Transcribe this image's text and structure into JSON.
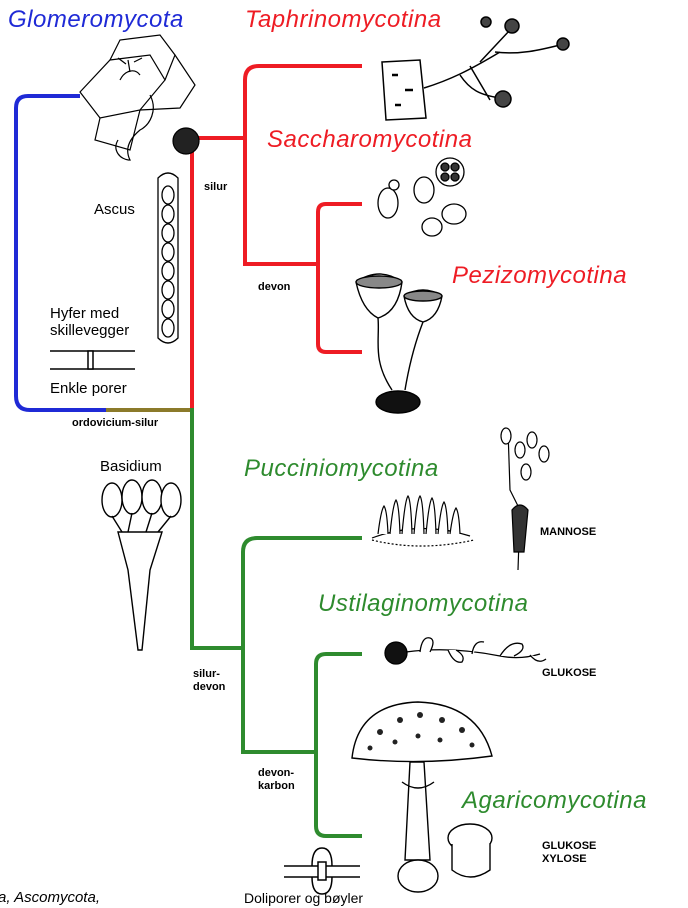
{
  "clades": {
    "glomeromycota": "Glomeromycota",
    "taphrinomycotina": "Taphrinomycotina",
    "saccharomycotina": "Saccharomycotina",
    "pezizomycotina": "Pezizomycotina",
    "pucciniomycotina": "Pucciniomycotina",
    "ustilaginomycotina": "Ustilaginomycotina",
    "agaricomycotina": "Agaricomycotina"
  },
  "periods": {
    "silur": "silur",
    "devon": "devon",
    "ordovicium_silur": "ordovicium-silur",
    "silur_devon_1": "silur-",
    "silur_devon_2": "devon",
    "devon_karbon_1": "devon-",
    "devon_karbon_2": "karbon"
  },
  "labels": {
    "ascus": "Ascus",
    "hyfer_1": "Hyfer med",
    "hyfer_2": "skillevegger",
    "enkle_porer": "Enkle porer",
    "basidium": "Basidium",
    "doliporer": "Doliporer og bøyler"
  },
  "sugars": {
    "mannose": "MANNOSE",
    "glukose": "GLUKOSE",
    "glukose_xylose_1": "GLUKOSE",
    "glukose_xylose_2": "XYLOSE"
  },
  "caption": "a, Ascomycota,",
  "colors": {
    "glomeromycota": "#1f2ad6",
    "ascomycota": "#ee1c24",
    "basidiomycota": "#2e8b2e",
    "stem": "#8b7a2a"
  }
}
